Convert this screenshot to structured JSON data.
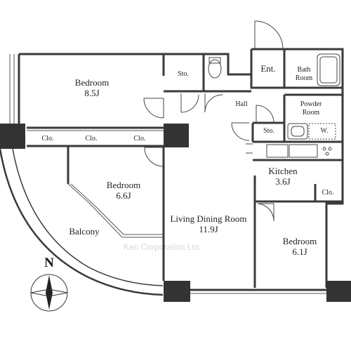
{
  "rooms": {
    "bedroom_main": {
      "name": "Bedroom",
      "size": "8.5J"
    },
    "bedroom_west": {
      "name": "Bedroom",
      "size": "6.6J"
    },
    "bedroom_south": {
      "name": "Bedroom",
      "size": "6.1J"
    },
    "living_dining": {
      "name": "Living Dining Room",
      "size": "11.9J"
    },
    "kitchen": {
      "name": "Kitchen",
      "size": "3.6J"
    },
    "balcony": {
      "name": "Balcony"
    },
    "hall": {
      "name": "Hall"
    },
    "entrance": {
      "name": "Ent."
    },
    "bath_room": {
      "name_line1": "Bath",
      "name_line2": "Room"
    },
    "powder_room": {
      "name_line1": "Powder",
      "name_line2": "Room"
    },
    "storage_top": {
      "name": "Sto."
    },
    "storage_hall": {
      "name": "Sto."
    }
  },
  "closets": {
    "clo_1": "Clo.",
    "clo_2": "Clo.",
    "clo_3": "Clo.",
    "clo_4": "Clo."
  },
  "fixtures": {
    "washer_label": "W."
  },
  "compass": {
    "north_label": "N"
  },
  "watermark": "Ken Corporation Ltd.",
  "colors": {
    "wall": "#3a3a3a",
    "column": "#333333",
    "line": "#555555",
    "background": "#ffffff"
  }
}
